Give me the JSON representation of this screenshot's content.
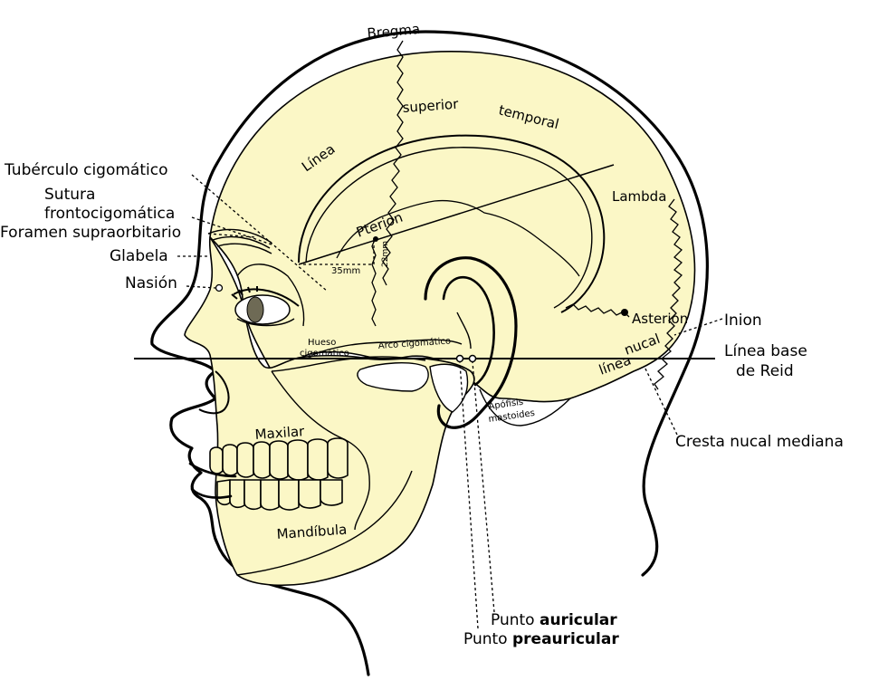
{
  "labels": {
    "bregma": "Bregma",
    "linea": "Línea",
    "superior": "superior",
    "temporal": "temporal",
    "lambda": "Lambda",
    "pterion": "Pterion",
    "mm22": "22mm",
    "mm35": "35mm",
    "tuberculo": "Tubérculo cigomático",
    "sutura_1": "Sutura",
    "sutura_2": "frontocigomática",
    "foramen": "Foramen supraorbitario",
    "glabela": "Glabela",
    "nasion": "Nasión",
    "inion": "Inion",
    "reid_1": "Línea base",
    "reid_2": "de Reid",
    "asterion": "Asterion",
    "linea_nucal_1": "línea",
    "linea_nucal_2": "nucal",
    "hueso_1": "Hueso",
    "hueso_2": "cigomático",
    "arco": "Arco cigomático",
    "apofisis_1": "Apófisis",
    "apofisis_2": "mastoides",
    "maxilar": "Maxilar",
    "mandibula": "Mandíbula",
    "cresta": "Cresta nucal mediana",
    "punto_auricular_prefix": "Punto ",
    "punto_auricular_bold": "auricular",
    "punto_preauricular_prefix": "Punto ",
    "punto_preauricular_bold": "preauricular"
  },
  "colors": {
    "bone": "#fbf7c6",
    "line": "#000000",
    "iris": "#6e6a55"
  }
}
